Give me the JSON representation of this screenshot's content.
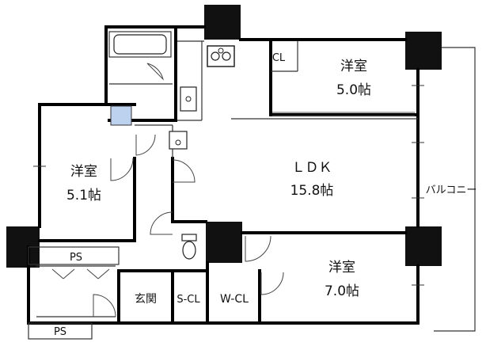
{
  "floor_plan": {
    "rooms": {
      "ldk": {
        "name": "ＬＤＫ",
        "size": "15.8帖"
      },
      "western_5_0": {
        "name": "洋室",
        "size": "5.0帖"
      },
      "western_5_1": {
        "name": "洋室",
        "size": "5.1帖"
      },
      "western_7_0": {
        "name": "洋室",
        "size": "7.0帖"
      },
      "entrance": {
        "name": "玄関"
      },
      "shoe_closet": {
        "name": "S-CL"
      },
      "walk_in_closet": {
        "name": "W-CL"
      },
      "closet": {
        "name": "CL"
      },
      "balcony": {
        "name": "バルコニー"
      },
      "pipe_space_upper": {
        "name": "PS"
      },
      "pipe_space_lower": {
        "name": "PS"
      }
    },
    "icons": [
      "stove-icon",
      "sink-icon",
      "bathtub-icon",
      "toilet-icon",
      "washbasin-icon",
      "washing-machine-icon"
    ],
    "colors": {
      "wall": "#000000",
      "fill": "#ffffff",
      "line": "#333333",
      "structure": "#111111",
      "washer": "#bcd2ee"
    }
  }
}
